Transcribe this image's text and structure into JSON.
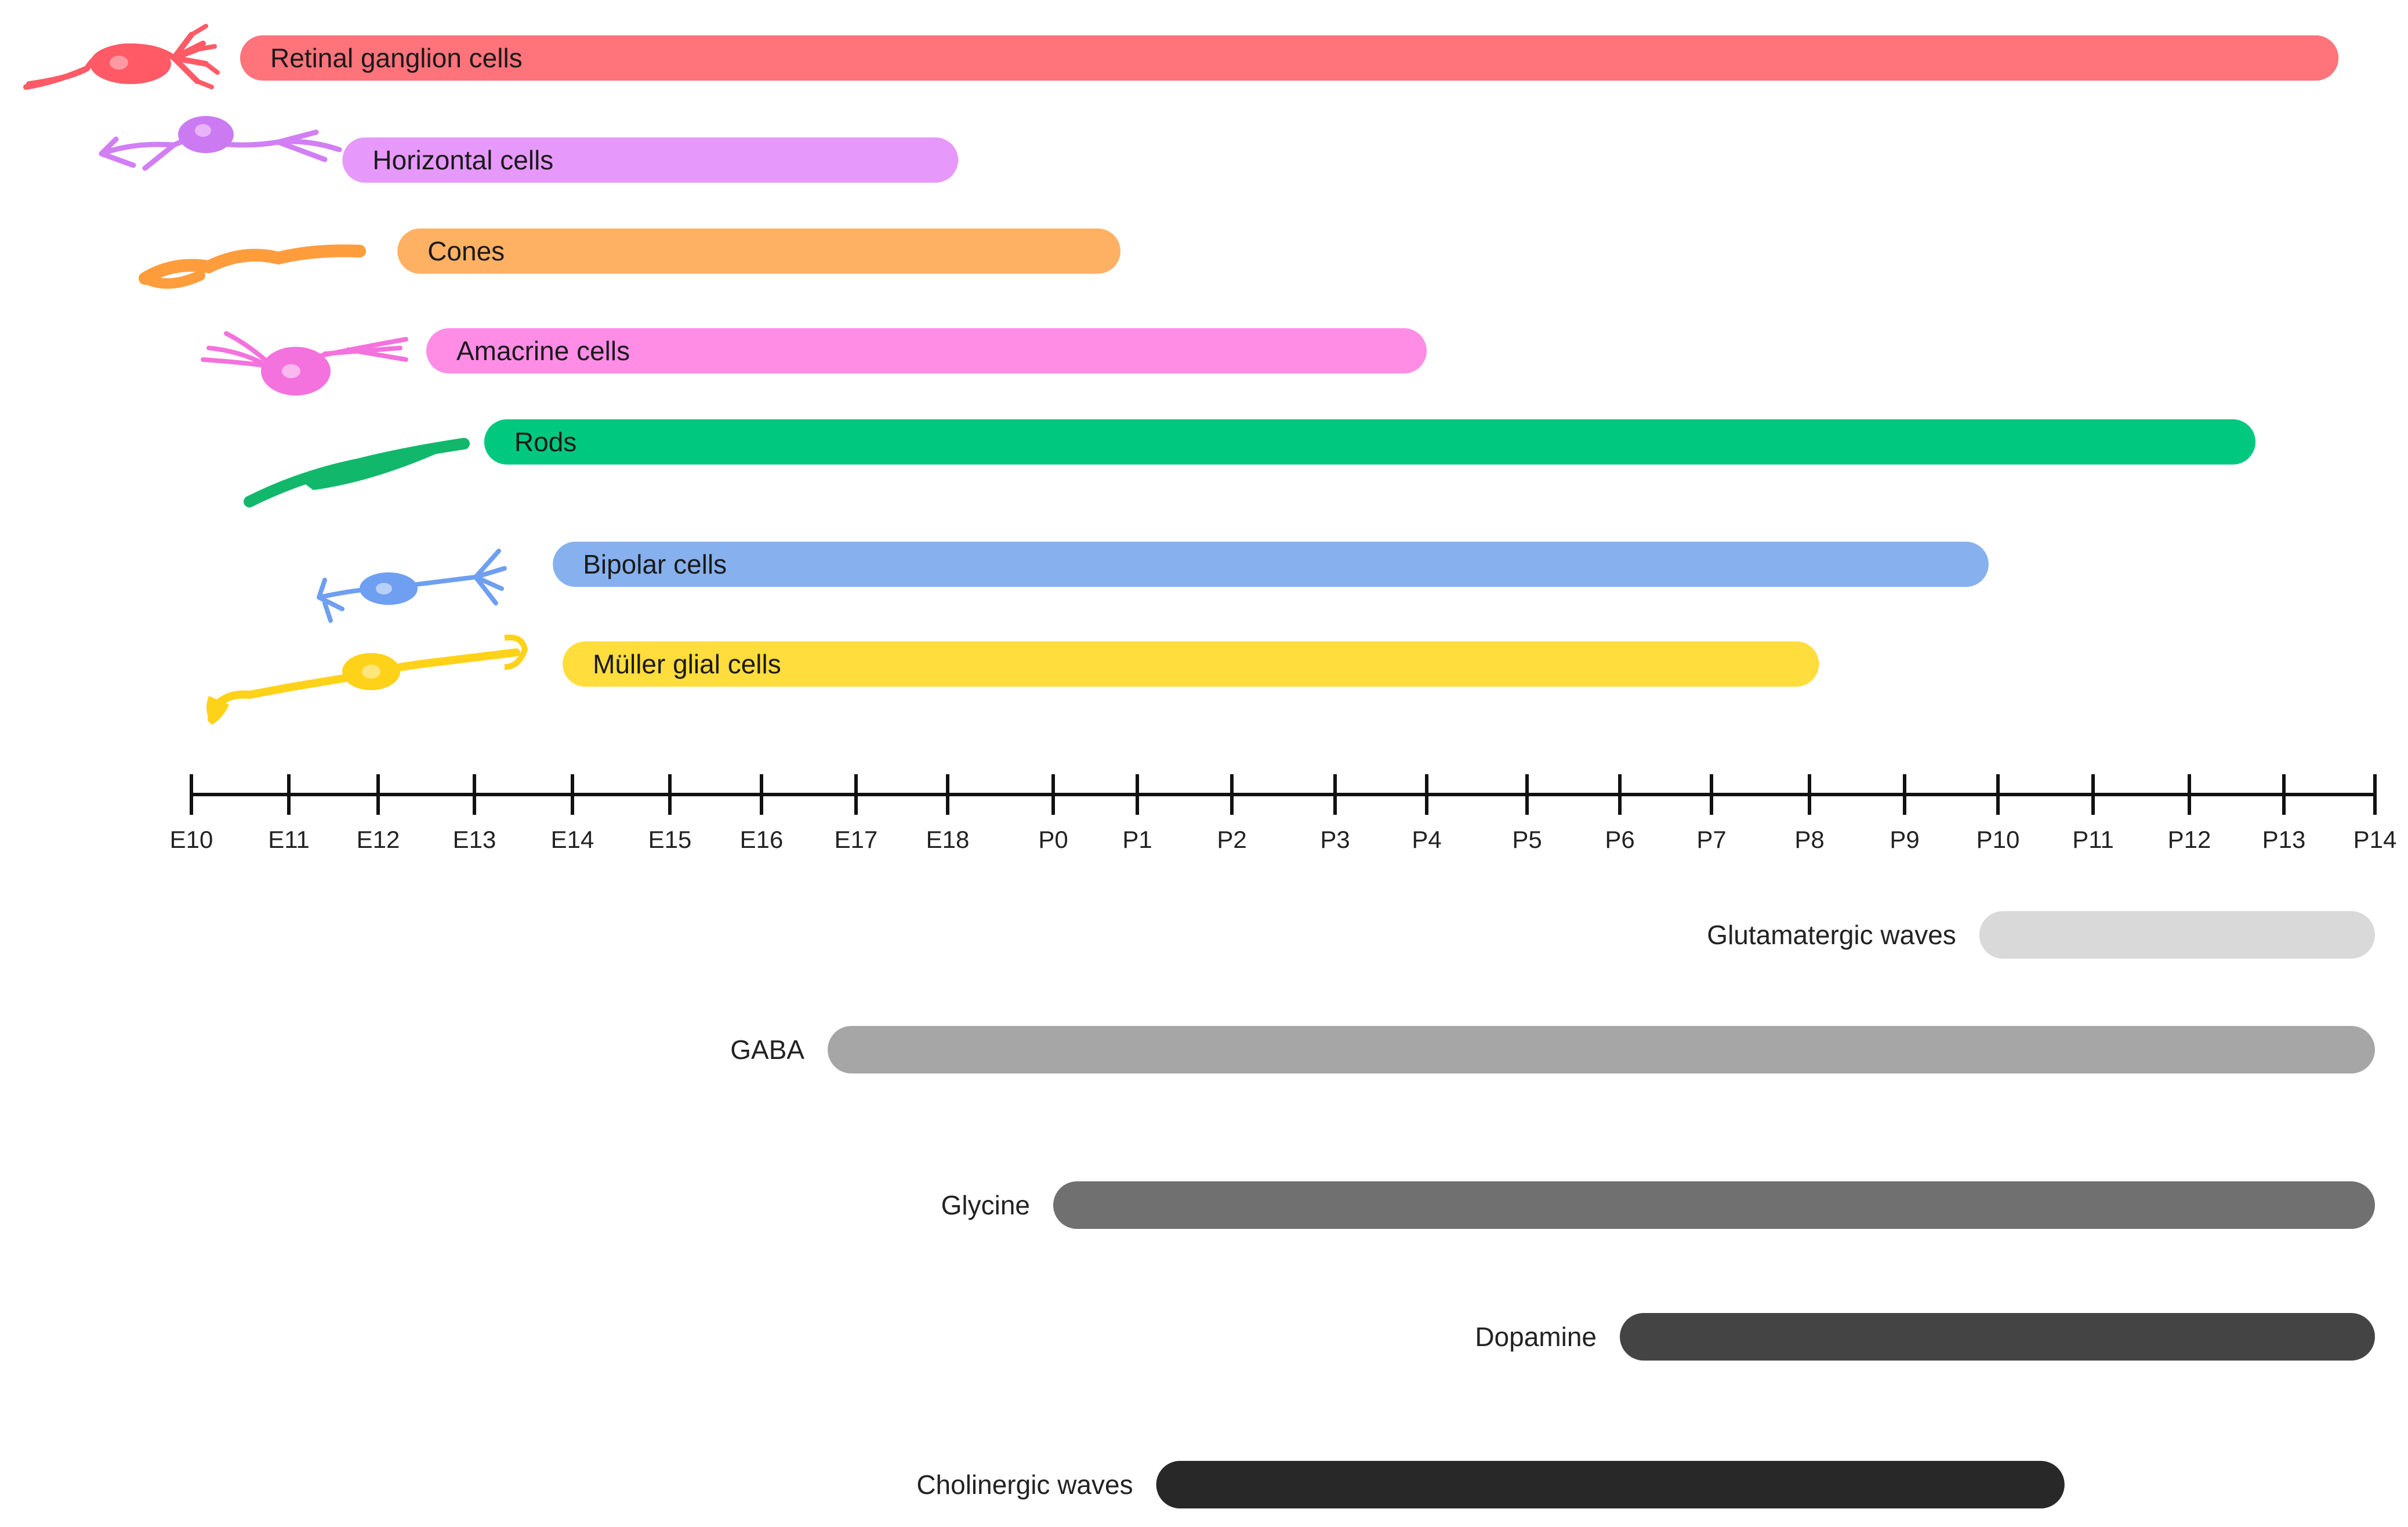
{
  "chart_data": {
    "type": "timeline",
    "stages": [
      "E10",
      "E11",
      "E12",
      "E13",
      "E14",
      "E15",
      "E16",
      "E17",
      "E18",
      "P0",
      "P1",
      "P2",
      "P3",
      "P4",
      "P5",
      "P6",
      "P7",
      "P8",
      "P9",
      "P10",
      "P11",
      "P12",
      "P13",
      "P14"
    ],
    "cell_types": [
      {
        "name": "Retinal ganglion cells",
        "start": "E10.5",
        "end": "P13.6",
        "color": "#ff737b",
        "icon": "retinal-ganglion-cell-icon"
      },
      {
        "name": "Horizontal cells",
        "start": "E11.6",
        "end": "E18.1",
        "color": "#e699fb",
        "icon": "horizontal-cell-icon"
      },
      {
        "name": "Cones",
        "start": "E12.2",
        "end": "P0.8",
        "color": "#ffb163",
        "icon": "cone-icon"
      },
      {
        "name": "Amacrine cells",
        "start": "E12.5",
        "end": "P4",
        "color": "#ff8de6",
        "icon": "amacrine-cell-icon"
      },
      {
        "name": "Rods",
        "start": "E13.1",
        "end": "P12.7",
        "color": "#00c97f",
        "icon": "rod-icon"
      },
      {
        "name": "Bipolar cells",
        "start": "E13.8",
        "end": "P9.9",
        "color": "#86b1ee",
        "icon": "bipolar-cell-icon"
      },
      {
        "name": "Müller glial cells",
        "start": "E13.9",
        "end": "P8.1",
        "color": "#ffdd3d",
        "icon": "muller-glial-cell-icon"
      }
    ],
    "signals": [
      {
        "name": "Glutamatergic waves",
        "start": "P9.8",
        "end": "P14",
        "color": "#d9d9d9"
      },
      {
        "name": "GABA",
        "start": "E16.7",
        "end": "P14",
        "color": "#a6a6a6"
      },
      {
        "name": "Glycine",
        "start": "P0",
        "end": "P14",
        "color": "#707070"
      },
      {
        "name": "Dopamine",
        "start": "P6",
        "end": "P14",
        "color": "#444444"
      },
      {
        "name": "Cholinergic waves",
        "start": "P1.2",
        "end": "P10.7",
        "color": "#282828"
      }
    ]
  }
}
